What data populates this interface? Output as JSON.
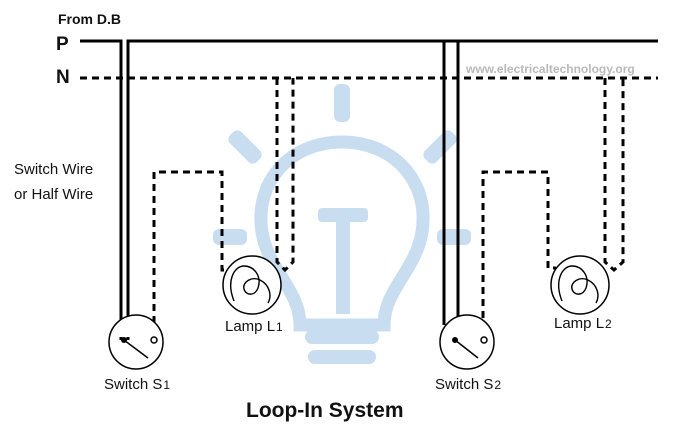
{
  "labels": {
    "source": "From D.B",
    "phase": "P",
    "neutral": "N",
    "switch_wire_line1": "Switch Wire",
    "switch_wire_line2": "or Half Wire",
    "lamp1_main": "Lamp L",
    "lamp1_sub": "1",
    "lamp2_main": "Lamp L",
    "lamp2_sub": "2",
    "switch1_main": "Switch S",
    "switch1_sub": "1",
    "switch2_main": "Switch S",
    "switch2_sub": "2",
    "title": "Loop-In System",
    "watermark": "www.electricaltechnology.org"
  },
  "icons": {
    "watermark_graphic": "light-bulb-icon"
  },
  "colors": {
    "watermark": "#c5daf0",
    "watermark_text": "#b9b9b9",
    "wire": "#000000"
  }
}
